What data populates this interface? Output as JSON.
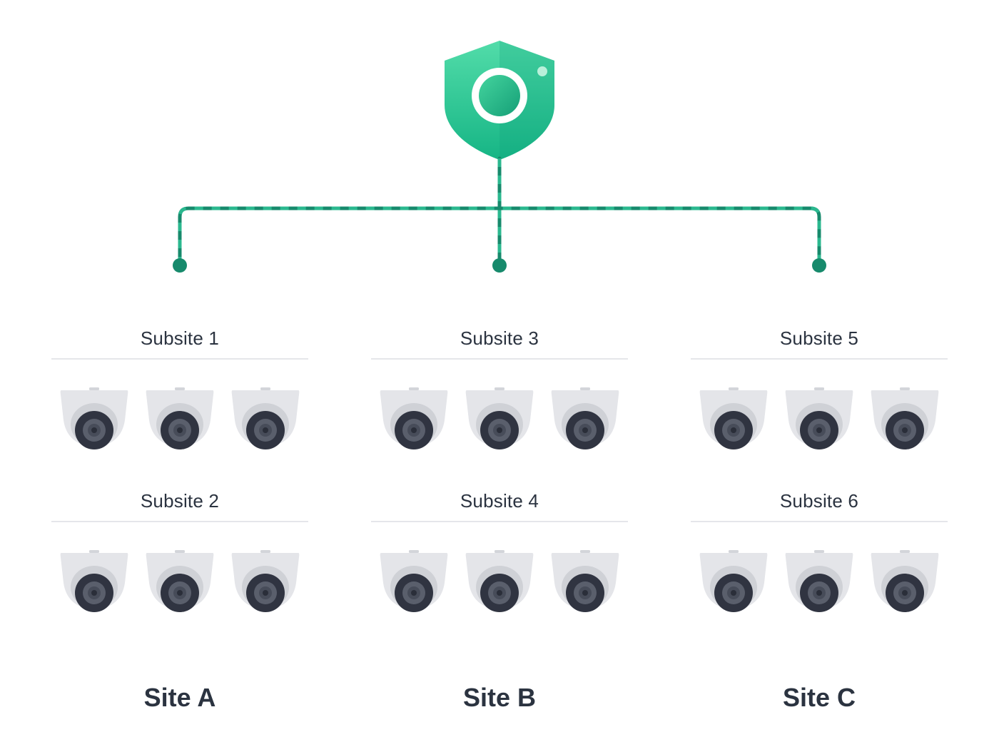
{
  "hub": {
    "icon": "shield-camera-icon",
    "colors": {
      "shield_light": "#4fd9a8",
      "shield_dark": "#14a07a",
      "lens_ring": "#ffffff"
    }
  },
  "connector": {
    "colors": {
      "line": "#178a6c",
      "dash": "#2bb88f",
      "node": "#178a6c"
    }
  },
  "camera_icon": "dome-camera-icon",
  "camera_colors": {
    "body": "#e4e5e9",
    "shade": "#cfd1d6",
    "lens": "#303441",
    "lens_inner": "#5a5f6c"
  },
  "sites": [
    {
      "label": "Site A",
      "subsites": [
        {
          "label": "Subsite 1",
          "camera_count": 3
        },
        {
          "label": "Subsite 2",
          "camera_count": 3
        }
      ]
    },
    {
      "label": "Site B",
      "subsites": [
        {
          "label": "Subsite 3",
          "camera_count": 3
        },
        {
          "label": "Subsite 4",
          "camera_count": 3
        }
      ]
    },
    {
      "label": "Site C",
      "subsites": [
        {
          "label": "Subsite 5",
          "camera_count": 3
        },
        {
          "label": "Subsite 6",
          "camera_count": 3
        }
      ]
    }
  ]
}
